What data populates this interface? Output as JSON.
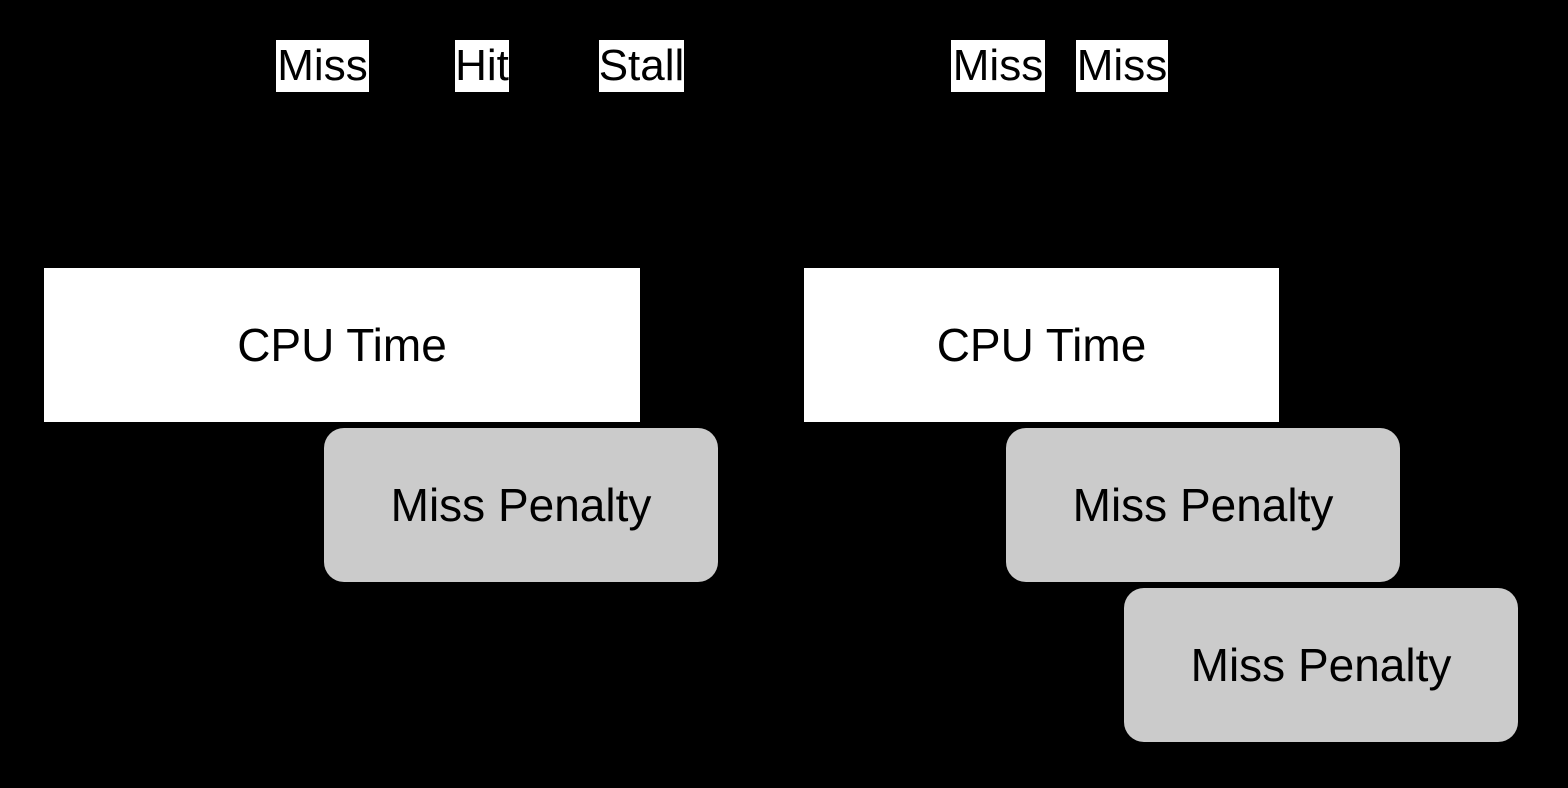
{
  "diagram": {
    "background": "#000000",
    "colors": {
      "label_background": "#ffffff",
      "cpu_box_fill": "#ffffff",
      "penalty_box_fill": "#cbcbcb",
      "text": "#000000"
    },
    "labels": [
      {
        "text": "Miss"
      },
      {
        "text": "Hit"
      },
      {
        "text": "Stall"
      },
      {
        "text": "Miss"
      },
      {
        "text": "Miss"
      }
    ],
    "boxes": [
      {
        "text": "CPU Time"
      },
      {
        "text": "CPU Time"
      },
      {
        "text": "Miss Penalty"
      },
      {
        "text": "Miss Penalty"
      },
      {
        "text": "Miss Penalty"
      }
    ]
  }
}
